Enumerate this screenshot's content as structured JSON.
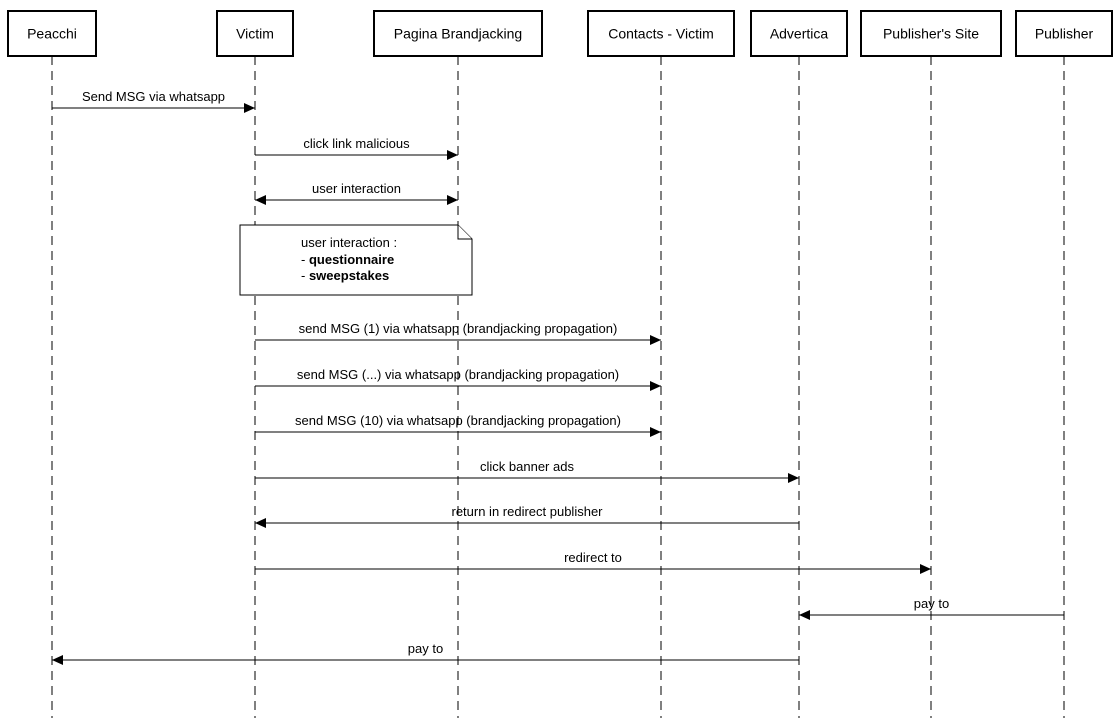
{
  "diagram": {
    "actors": [
      {
        "id": "peacchi",
        "label": "Peacchi"
      },
      {
        "id": "victim",
        "label": "Victim"
      },
      {
        "id": "pagina",
        "label": "Pagina Brandjacking"
      },
      {
        "id": "contacts",
        "label": "Contacts - Victim"
      },
      {
        "id": "advertica",
        "label": "Advertica"
      },
      {
        "id": "publishers_site",
        "label": "Publisher's Site"
      },
      {
        "id": "publisher",
        "label": "Publisher"
      }
    ],
    "messages": [
      {
        "from": "peacchi",
        "to": "victim",
        "label": "Send MSG via whatsapp",
        "bidirectional": false
      },
      {
        "from": "victim",
        "to": "pagina",
        "label": "click link malicious",
        "bidirectional": false
      },
      {
        "from": "victim",
        "to": "pagina",
        "label": "user interaction",
        "bidirectional": true
      },
      {
        "from": "victim",
        "to": "contacts",
        "label": "send MSG (1) via whatsapp (brandjacking propagation)",
        "bidirectional": false
      },
      {
        "from": "victim",
        "to": "contacts",
        "label": "send MSG (...) via whatsapp (brandjacking propagation)",
        "bidirectional": false
      },
      {
        "from": "victim",
        "to": "contacts",
        "label": "send MSG (10) via whatsapp (brandjacking propagation)",
        "bidirectional": false
      },
      {
        "from": "victim",
        "to": "advertica",
        "label": "click banner ads",
        "bidirectional": false
      },
      {
        "from": "advertica",
        "to": "victim",
        "label": "return in redirect publisher",
        "bidirectional": false
      },
      {
        "from": "victim",
        "to": "publishers_site",
        "label": "redirect to",
        "bidirectional": false
      },
      {
        "from": "publisher",
        "to": "advertica",
        "label": "pay to",
        "bidirectional": false
      },
      {
        "from": "advertica",
        "to": "peacchi",
        "label": "pay to",
        "bidirectional": false
      }
    ],
    "note": {
      "title": "user interaction :",
      "items": [
        {
          "prefix": "- ",
          "text": "questionnaire"
        },
        {
          "prefix": "- ",
          "text": "sweepstakes"
        }
      ]
    }
  }
}
